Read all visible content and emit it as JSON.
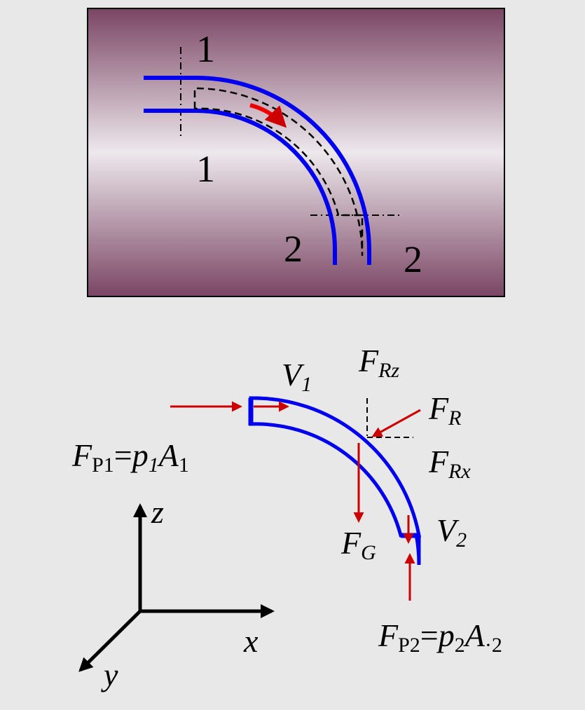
{
  "top_panel": {
    "section_1_top": "1",
    "section_1_bottom": "1",
    "section_2_left": "2",
    "section_2_right": "2"
  },
  "force_diagram": {
    "V1": {
      "base": "V",
      "sub": "1"
    },
    "V2": {
      "base": "V",
      "sub": "2"
    },
    "FRz": {
      "base": "F",
      "sub": "Rz"
    },
    "FR": {
      "base": "F",
      "sub": "R"
    },
    "FRx": {
      "base": "F",
      "sub": "Rx"
    },
    "FG": {
      "base": "F",
      "sub": "G"
    },
    "FP1": {
      "base": "F",
      "sub": "P1",
      "eq": "=",
      "p": "p",
      "p_sub": "1",
      "A": "A",
      "A_sub": "1"
    },
    "FP2": {
      "base": "F",
      "sub": "P2",
      "eq": "=",
      "p": "p",
      "p_sub": "2",
      "A": "A",
      "A_sub": "·2"
    }
  },
  "axes": {
    "x": "x",
    "y": "y",
    "z": "z"
  },
  "colors": {
    "pipe": "#0000ee",
    "force": "#cc0000",
    "panel_edge": "#7a4564",
    "panel_mid": "#ede8ec"
  }
}
